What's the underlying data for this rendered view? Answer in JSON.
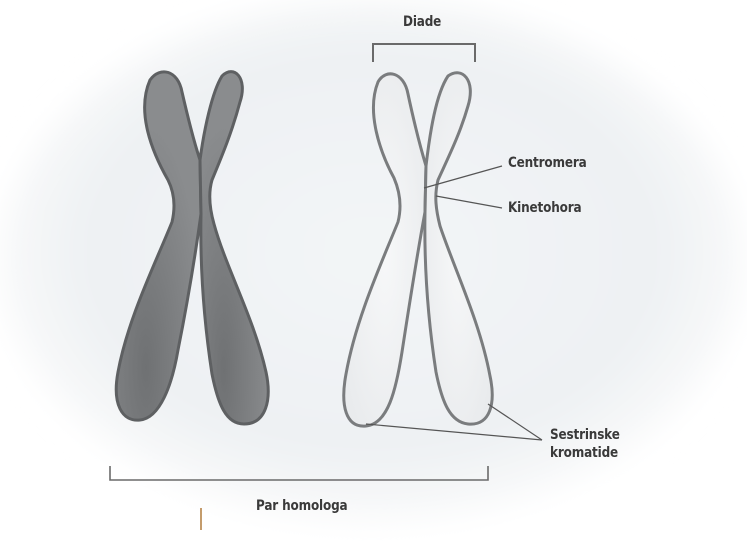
{
  "diagram": {
    "labels": {
      "diade": "Diade",
      "centromera": "Centromera",
      "kinetohora": "Kinetohora",
      "sestrinske_line1": "Sestrinske",
      "sestrinske_line2": "kromatide",
      "par_homologa": "Par homologa"
    },
    "colors": {
      "background": "#f2f4f6",
      "dark_chromosome_fill": "#858789",
      "dark_chromosome_outline": "#5e6062",
      "light_chromosome_fill": "#f5f6f7",
      "light_chromosome_outline": "#7a7c7e",
      "leader_line": "#555555"
    }
  }
}
